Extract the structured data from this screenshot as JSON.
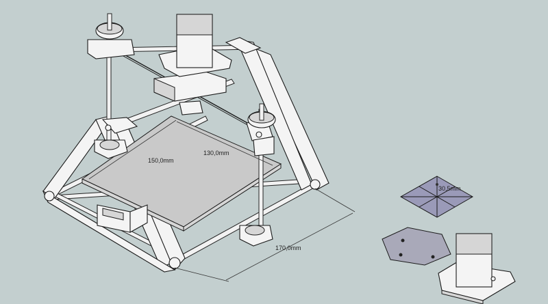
{
  "dimensions": {
    "width_label": "150,0mm",
    "depth_label": "130,0mm",
    "base_label": "170,0mm",
    "small_part_label": "30,5mm"
  },
  "colors": {
    "background": "#c3cfcf",
    "parts": "#f4f4f4",
    "bed_plate": "#c9c9c9",
    "cut_plate": "#9a9ab8",
    "hex_plate": "#a9a9b9"
  }
}
